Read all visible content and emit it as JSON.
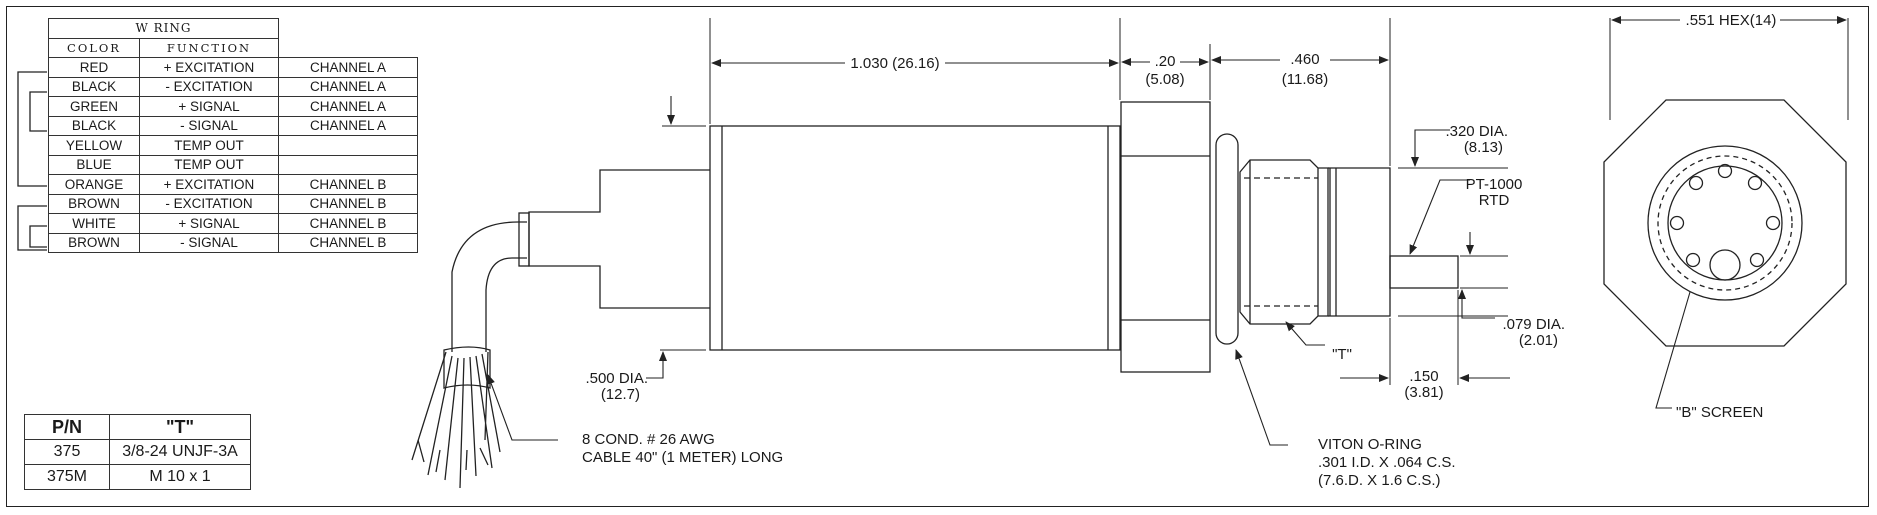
{
  "wiring_table": {
    "title": "W RING",
    "headers": [
      "COLOR",
      "FUNCTION"
    ],
    "rows": [
      {
        "color": "RED",
        "function": "+ EXCITATION",
        "channel": "CHANNEL A"
      },
      {
        "color": "BLACK",
        "function": "- EXCITATION",
        "channel": "CHANNEL A"
      },
      {
        "color": "GREEN",
        "function": "+ SIGNAL",
        "channel": "CHANNEL A"
      },
      {
        "color": "BLACK",
        "function": "- SIGNAL",
        "channel": "CHANNEL A"
      },
      {
        "color": "YELLOW",
        "function": "TEMP OUT",
        "channel": ""
      },
      {
        "color": "BLUE",
        "function": "TEMP OUT",
        "channel": ""
      },
      {
        "color": "ORANGE",
        "function": "+ EXCITATION",
        "channel": "CHANNEL B"
      },
      {
        "color": "BROWN",
        "function": "- EXCITATION",
        "channel": "CHANNEL B"
      },
      {
        "color": "WHITE",
        "function": "+ SIGNAL",
        "channel": "CHANNEL B"
      },
      {
        "color": "BROWN",
        "function": "- SIGNAL",
        "channel": "CHANNEL B"
      }
    ]
  },
  "part_table": {
    "headers": [
      "P/N",
      "\"T\""
    ],
    "rows": [
      {
        "pn": "375",
        "t": "3/8-24 UNJF-3A"
      },
      {
        "pn": "375M",
        "t": "M 10 x 1"
      }
    ]
  },
  "dimensions": {
    "body_length": "1.030 (26.16)",
    "hex_width_in": ".20",
    "hex_width_mm": "(5.08)",
    "thread_length_in": ".460",
    "thread_length_mm": "(11.68)",
    "port_dia_in": ".320 DIA.",
    "port_dia_mm": "(8.13)",
    "rtd_line1": "PT-1000",
    "rtd_line2": "RTD",
    "probe_dia_in": ".079 DIA.",
    "probe_dia_mm": "(2.01)",
    "probe_len_in": ".150",
    "probe_len_mm": "(3.81)",
    "body_dia_in": ".500 DIA.",
    "body_dia_mm": "(12.7)",
    "thread_callout": "\"T\"",
    "hex_size": ".551 HEX(14)",
    "screen_callout": "\"B\" SCREEN"
  },
  "notes": {
    "cable_line1": "8 COND. # 26 AWG",
    "cable_line2": "CABLE 40\" (1 METER) LONG",
    "oring_line1": "VITON O-RING",
    "oring_line2": ".301 I.D. X .064 C.S.",
    "oring_line3": "(7.6.D. X 1.6 C.S.)"
  }
}
